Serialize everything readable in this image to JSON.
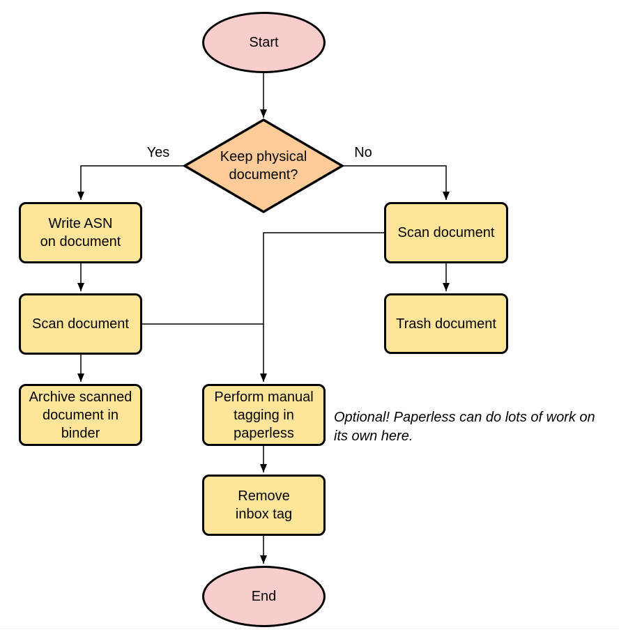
{
  "colors": {
    "terminal_fill": "#f8cecc",
    "decision_fill": "#ffcc99",
    "process_fill": "#ffe599",
    "stroke": "#000000",
    "connector": "#000000",
    "background": "#ffffff"
  },
  "nodes": {
    "start": {
      "type": "terminal",
      "label": "Start"
    },
    "decision": {
      "type": "decision",
      "label": "Keep physical\ndocument?"
    },
    "write_asn": {
      "type": "process",
      "label": "Write ASN\non document"
    },
    "scan_left": {
      "type": "process",
      "label": "Scan document"
    },
    "archive": {
      "type": "process",
      "label": "Archive scanned\ndocument in\nbinder"
    },
    "scan_right": {
      "type": "process",
      "label": "Scan document"
    },
    "trash": {
      "type": "process",
      "label": "Trash document"
    },
    "tagging": {
      "type": "process",
      "label": "Perform manual\ntagging in\npaperless"
    },
    "remove_inbox": {
      "type": "process",
      "label": "Remove\ninbox tag"
    },
    "end": {
      "type": "terminal",
      "label": "End"
    }
  },
  "edge_labels": {
    "yes": "Yes",
    "no": "No"
  },
  "annotation": {
    "text": "Optional! Paperless can do lots of work on\nits own here."
  }
}
